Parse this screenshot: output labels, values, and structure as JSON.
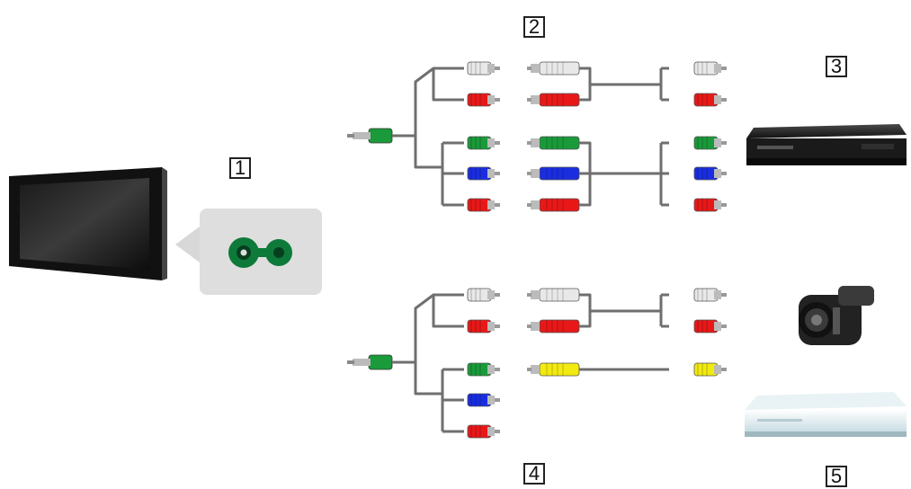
{
  "labels": {
    "label_1": "1",
    "label_2": "2",
    "label_3": "3",
    "label_4": "4",
    "label_5": "5"
  },
  "icons": {
    "tv": "tv-icon",
    "av_jack": "av-jack-icon",
    "set_top_box": "set-top-box-icon",
    "camcorder": "camcorder-icon",
    "game_console": "game-console-icon"
  },
  "colors": {
    "white_plug": "#e8e8e8",
    "red_plug": "#e81818",
    "green_plug": "#1a9a3a",
    "blue_plug": "#1a2ee0",
    "yellow_plug": "#f2ea10",
    "cable": "#6f6f6f",
    "jack_green": "#0e7a3a"
  }
}
